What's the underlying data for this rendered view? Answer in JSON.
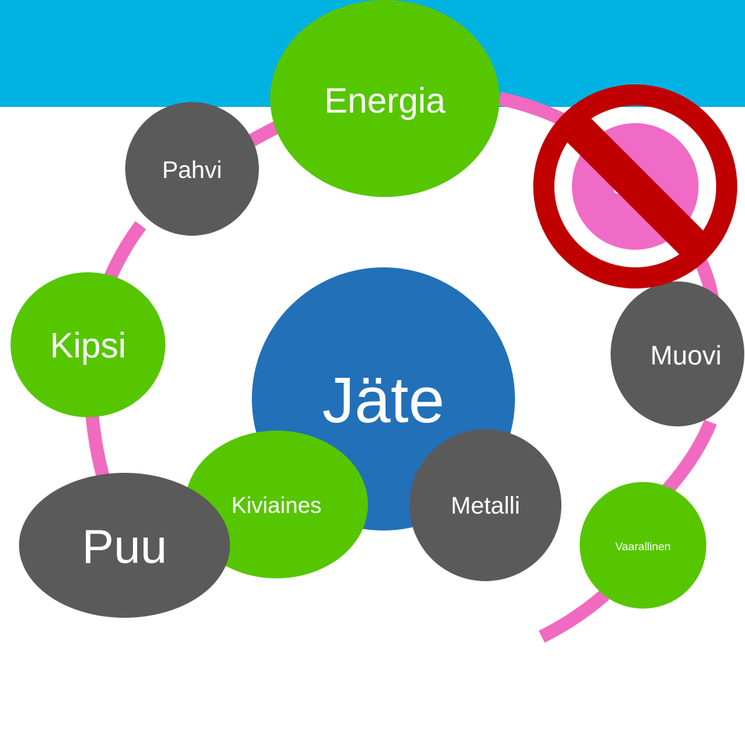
{
  "center": {
    "label": "Jäte",
    "color": "#2270B8"
  },
  "ring_color": "#F06AC0",
  "banner_color": "#00B2E2",
  "prohibit": {
    "color": "#C00000",
    "icon": "no-symbol-icon"
  },
  "nodes": [
    {
      "key": "energia",
      "label": "Energia",
      "color": "#56C600"
    },
    {
      "key": "jatka",
      "label": "Jatka",
      "color": "#EF6BC6"
    },
    {
      "key": "muovi",
      "label": "Muovi",
      "color": "#5A5A5A"
    },
    {
      "key": "vaarallinen",
      "label": "Vaarallinen",
      "color": "#56C600"
    },
    {
      "key": "metalli",
      "label": "Metalli",
      "color": "#5A5A5A"
    },
    {
      "key": "kiviaines",
      "label": "Kiviaines",
      "color": "#56C600"
    },
    {
      "key": "puu",
      "label": "Puu",
      "color": "#5A5A5A"
    },
    {
      "key": "kipsi",
      "label": "Kipsi",
      "color": "#56C600"
    },
    {
      "key": "pahvi",
      "label": "Pahvi",
      "color": "#5A5A5A"
    }
  ]
}
